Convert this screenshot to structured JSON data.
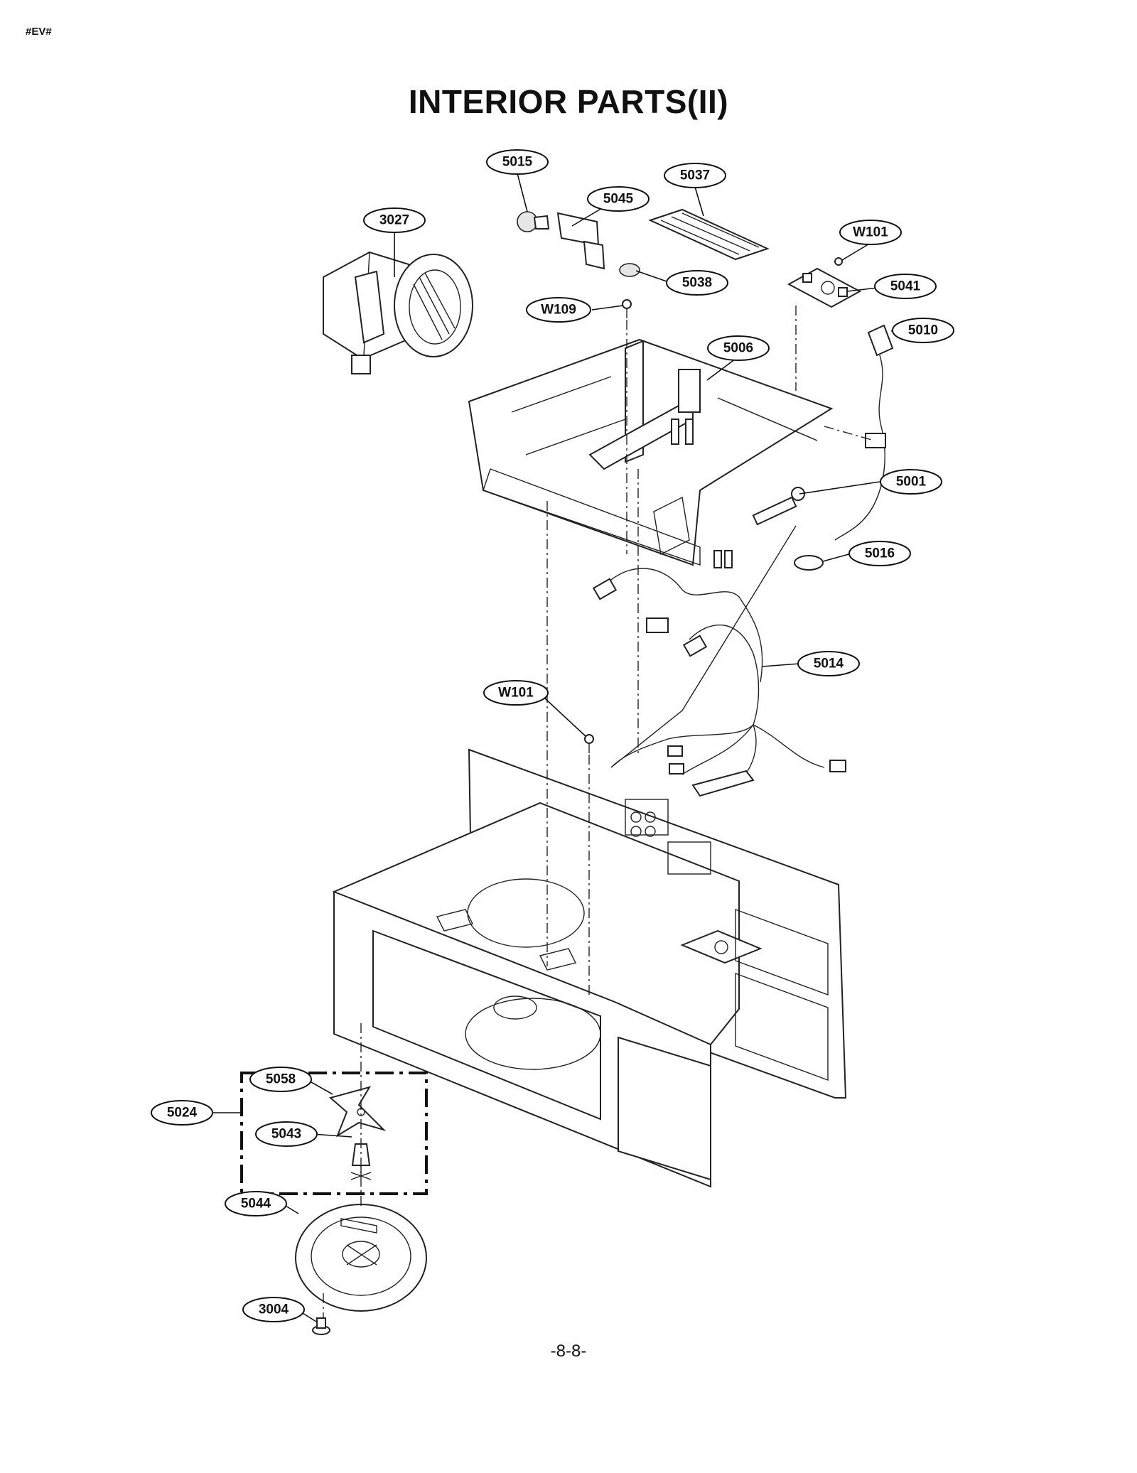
{
  "corner_tag": "#EV#",
  "title": "INTERIOR PARTS(II)",
  "page_number": "-8-8-",
  "callouts": [
    "3027",
    "5015",
    "5045",
    "5037",
    "W101",
    "5041",
    "5038",
    "W109",
    "5010",
    "5006",
    "5001",
    "5016",
    "5014",
    "W101",
    "5058",
    "5024",
    "5043",
    "5044",
    "3004"
  ]
}
